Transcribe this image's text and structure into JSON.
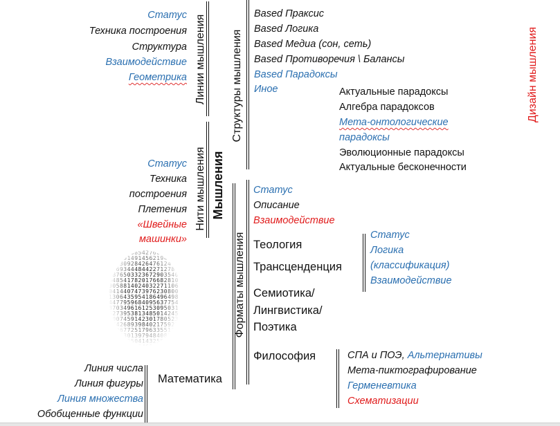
{
  "headings": {
    "lines": "Линии мышления",
    "threads": "Нити мышления",
    "thinking": "Мышления",
    "structures": "Структуры мышления",
    "formats": "Форматы мышления",
    "design": "Дизайн мышления"
  },
  "lines_items": [
    "Статус",
    "Техника построения",
    "Структура",
    "Взаимодействие",
    "Геометрика"
  ],
  "threads_items": [
    "Статус",
    "Техника",
    "построения",
    "Плетения",
    "«Швейные",
    "машинки»"
  ],
  "structures_items": [
    "Based Праксис",
    "Based Логика",
    "Based Медиа (сон, сеть)",
    "Based Противоречия \\ Балансы",
    "Based Парадоксы",
    "Иное"
  ],
  "paradox_items": [
    "Актуальные парадоксы",
    "Алгебра парадоксов",
    "Мета-онтологические",
    "парадоксы",
    "Эволюционные парадоксы",
    "Актуальные бесконечности"
  ],
  "formats_items": [
    "Статус",
    "Описание",
    "Взаимодействие"
  ],
  "formats_topics": [
    "Теология",
    "Трансценденция",
    "Семиотика/",
    "Лингвистика/",
    "Поэтика",
    "Философия"
  ],
  "theology_items": [
    "Статус",
    "Логика",
    "(классификация)",
    "Взаимодействие"
  ],
  "philosophy_items": [
    "СПА и ПОЭ,",
    "Альтернативы",
    "Мета-пиктографирование",
    "Герменевтика",
    "Схематизации"
  ],
  "math": {
    "label": "Математика",
    "items": [
      "Линия числа",
      "Линия фигуры",
      "Линия множества",
      "Обобщенные функции"
    ]
  },
  "colors": {
    "blue": "#2a6fb0",
    "red": "#e01b1b"
  }
}
